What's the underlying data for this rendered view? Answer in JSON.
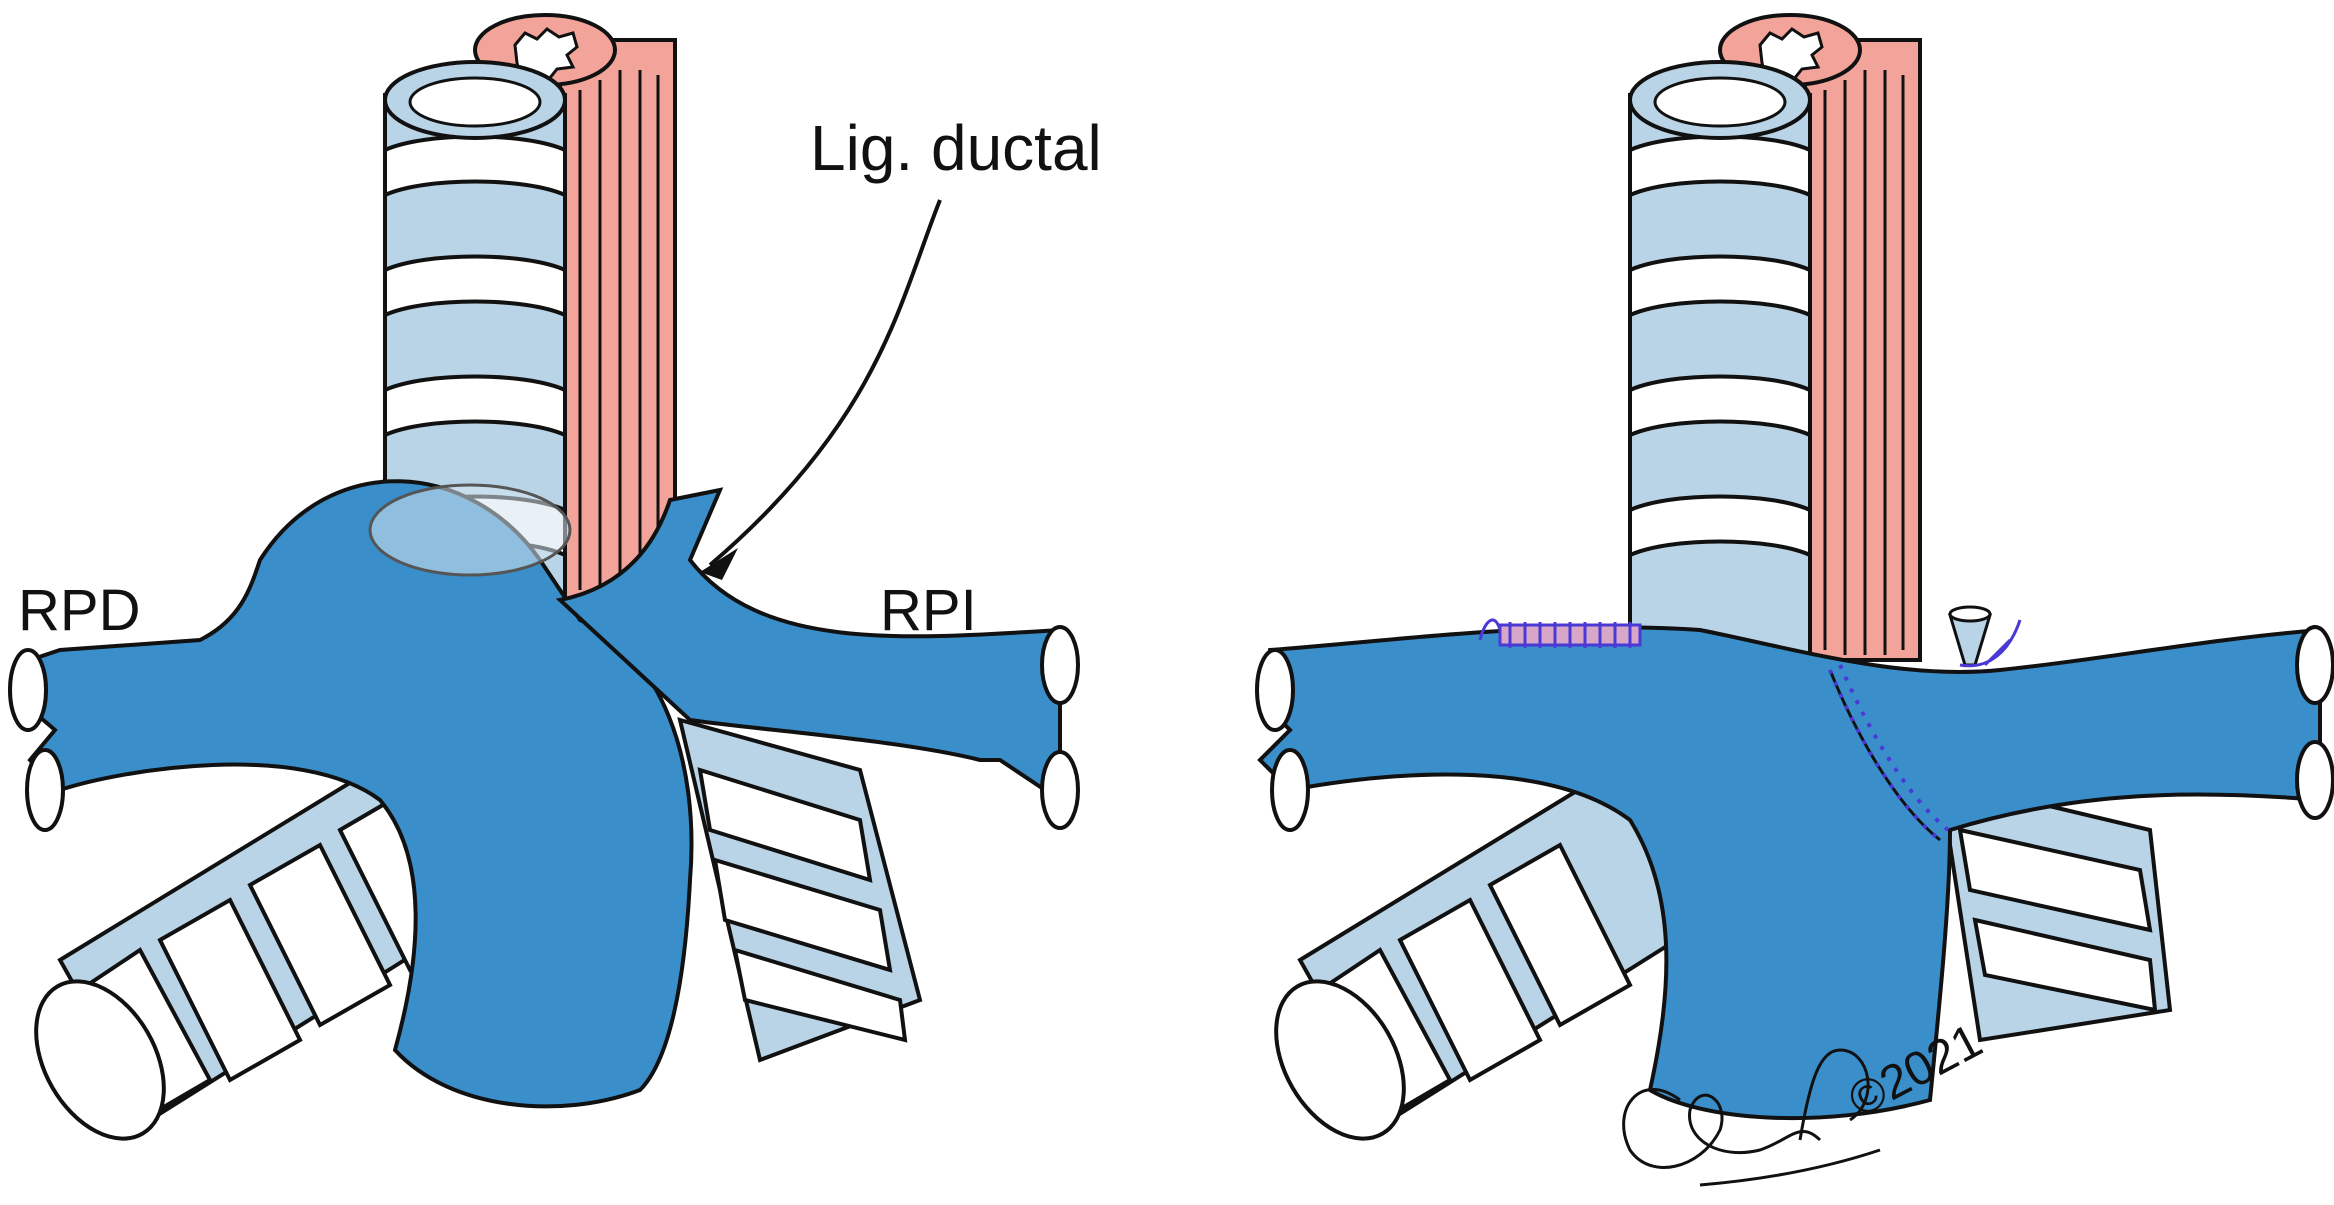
{
  "labels": {
    "lig_ductal": "Lig. ductal",
    "rpd": "RPD",
    "rpi": "RPI",
    "copyright": "©2021"
  },
  "colors": {
    "vessel_blue": "#3a8fcb",
    "vessel_blue_dark": "#2b74aa",
    "cartilage_light": "#b9d4e6",
    "ring_white": "#ffffff",
    "esophagus_pink": "#f2a49a",
    "suture_purple": "#4b39d6",
    "outline": "#111111"
  },
  "icons": {
    "signature": "artist-signature-icon"
  }
}
